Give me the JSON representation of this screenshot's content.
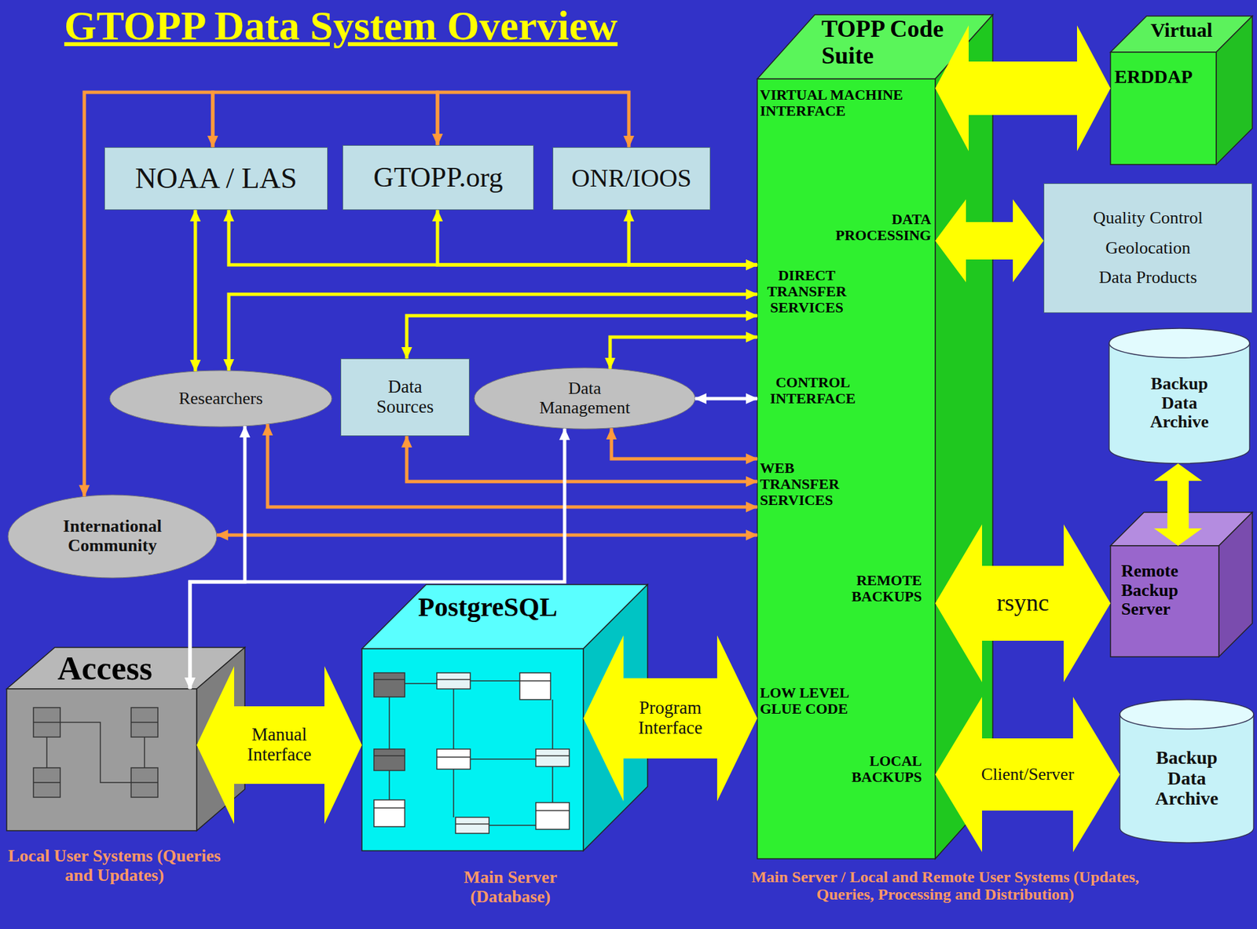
{
  "diagram": {
    "title": "GTOPP Data System Overview",
    "nodes": [
      {
        "text": [
          "NOAA / LAS"
        ]
      },
      {
        "text": [
          "GTOPP.org"
        ]
      },
      {
        "text": [
          "ONR/IOOS"
        ]
      },
      {
        "text": [
          "TOPP Code Suite",
          "VIRTUAL MACHINE INTERFACE",
          "DATA PROCESSING",
          "DIRECT TRANSFER SERVICES",
          "CONTROL INTERFACE",
          "WEB TRANSFER SERVICES",
          "REMOTE BACKUPS",
          "LOW LEVEL GLUE CODE",
          "LOCAL BACKUPS"
        ]
      },
      {
        "text": [
          "Virtual",
          "ERDDAP"
        ]
      },
      {
        "text": [
          "Quality Control",
          "Geolocation",
          "Data Products"
        ]
      },
      {
        "text": [
          "Researchers"
        ]
      },
      {
        "text": [
          "Data Sources"
        ]
      },
      {
        "text": [
          "Data Management"
        ]
      },
      {
        "text": [
          "Backup Data Archive"
        ]
      },
      {
        "text": [
          "International Community"
        ]
      },
      {
        "text": [
          "PostgreSQL"
        ]
      },
      {
        "text": [
          "Remote Backup Server"
        ]
      },
      {
        "text": [
          "Access"
        ]
      },
      {
        "text": [
          "Backup Data Archive"
        ]
      }
    ],
    "edges": [
      {
        "from": 0,
        "to": 1,
        "arrow": "both"
      },
      {
        "from": 1,
        "to": 2,
        "arrow": "to"
      },
      {
        "from": 0,
        "to": 10,
        "arrow": "to"
      },
      {
        "from": 0,
        "to": 6,
        "arrow": "both"
      },
      {
        "from": 0,
        "to": 3,
        "arrow": "both"
      },
      {
        "from": 1,
        "to": 3,
        "arrow": "both"
      },
      {
        "from": 2,
        "to": 3,
        "arrow": "both"
      },
      {
        "from": 6,
        "to": 3,
        "arrow": "both"
      },
      {
        "from": 7,
        "to": 3,
        "arrow": "both"
      },
      {
        "from": 8,
        "to": 3,
        "arrow": "both"
      },
      {
        "from": 8,
        "to": 3,
        "arrow": "both"
      },
      {
        "from": 8,
        "to": 3,
        "arrow": "both"
      },
      {
        "from": 7,
        "to": 3,
        "arrow": "both"
      },
      {
        "from": 6,
        "to": 3,
        "arrow": "both"
      },
      {
        "from": 10,
        "to": 3,
        "arrow": "both"
      },
      {
        "from": 6,
        "to": 13,
        "arrow": "both"
      },
      {
        "from": 8,
        "to": 13,
        "arrow": "both"
      },
      {
        "from": 3,
        "to": 4,
        "arrow": "both"
      },
      {
        "from": 3,
        "to": 5,
        "arrow": "both"
      },
      {
        "from": 9,
        "to": 12,
        "arrow": "both"
      },
      {
        "from": 3,
        "to": 12,
        "label": "rsync",
        "arrow": "both"
      },
      {
        "from": 3,
        "to": 14,
        "label": "Client/Server",
        "arrow": "both"
      },
      {
        "from": 11,
        "to": 3,
        "label": "Program Interface",
        "arrow": "both"
      },
      {
        "from": 13,
        "to": 11,
        "label": "Manual Interface",
        "arrow": "both"
      }
    ],
    "labels": [
      "Local User Systems (Queries and Updates)",
      "Main Server (Database)",
      "Main Server / Local and Remote User Systems (Updates, Queries, Processing and Distribution)"
    ]
  }
}
